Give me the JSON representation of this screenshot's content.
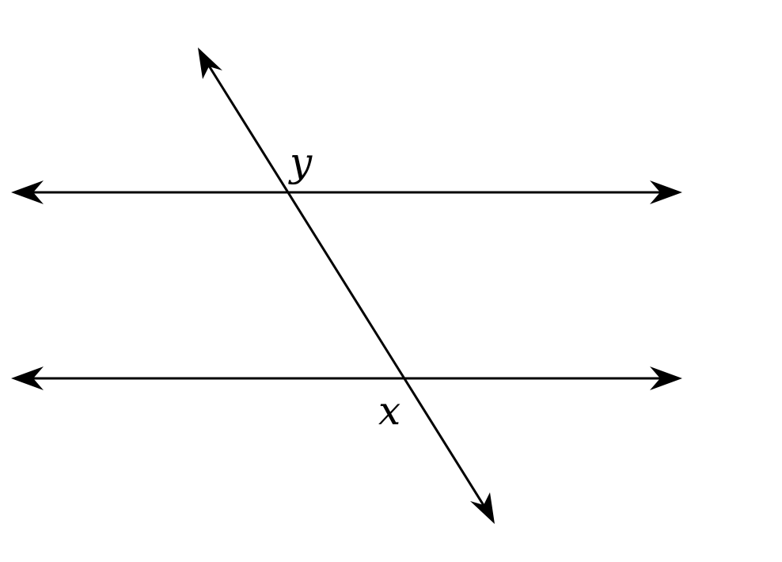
{
  "diagram": {
    "labels": {
      "upper_angle": "y",
      "lower_angle": "x"
    },
    "colors": {
      "line": "#000000",
      "background": "#ffffff"
    },
    "elements": {
      "parallel_lines": 2,
      "transversals": 1
    }
  }
}
